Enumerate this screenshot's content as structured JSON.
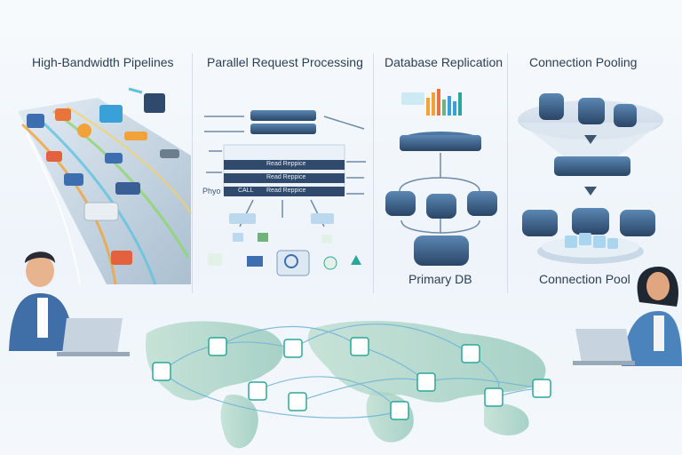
{
  "panels": [
    {
      "title": "High-Bandwidth Pipelines"
    },
    {
      "title": "Parallel Request Processing"
    },
    {
      "title": "Database Replication"
    },
    {
      "title": "Connection Pooling"
    }
  ],
  "parallel": {
    "side_label_1": "Phyo",
    "rows": [
      {
        "prefix": "",
        "label": "Read Reppice"
      },
      {
        "prefix": "",
        "label": "Read Reppice"
      },
      {
        "prefix": "CALL",
        "label": "Read Reppice"
      }
    ]
  },
  "replication": {
    "primary_label": "Primary DB"
  },
  "pooling": {
    "pool_label": "Connection Pool"
  },
  "colors": {
    "title_text": "#2c3e55",
    "server_dark": "#2f4a6d",
    "server_light": "#4e78a3",
    "accent_teal": "#2aa79b",
    "map_land": "#a9d3c4"
  },
  "icons": [
    "chat-icon",
    "email-icon",
    "location-pin-icon",
    "upload-icon",
    "image-icon",
    "globe-icon"
  ]
}
